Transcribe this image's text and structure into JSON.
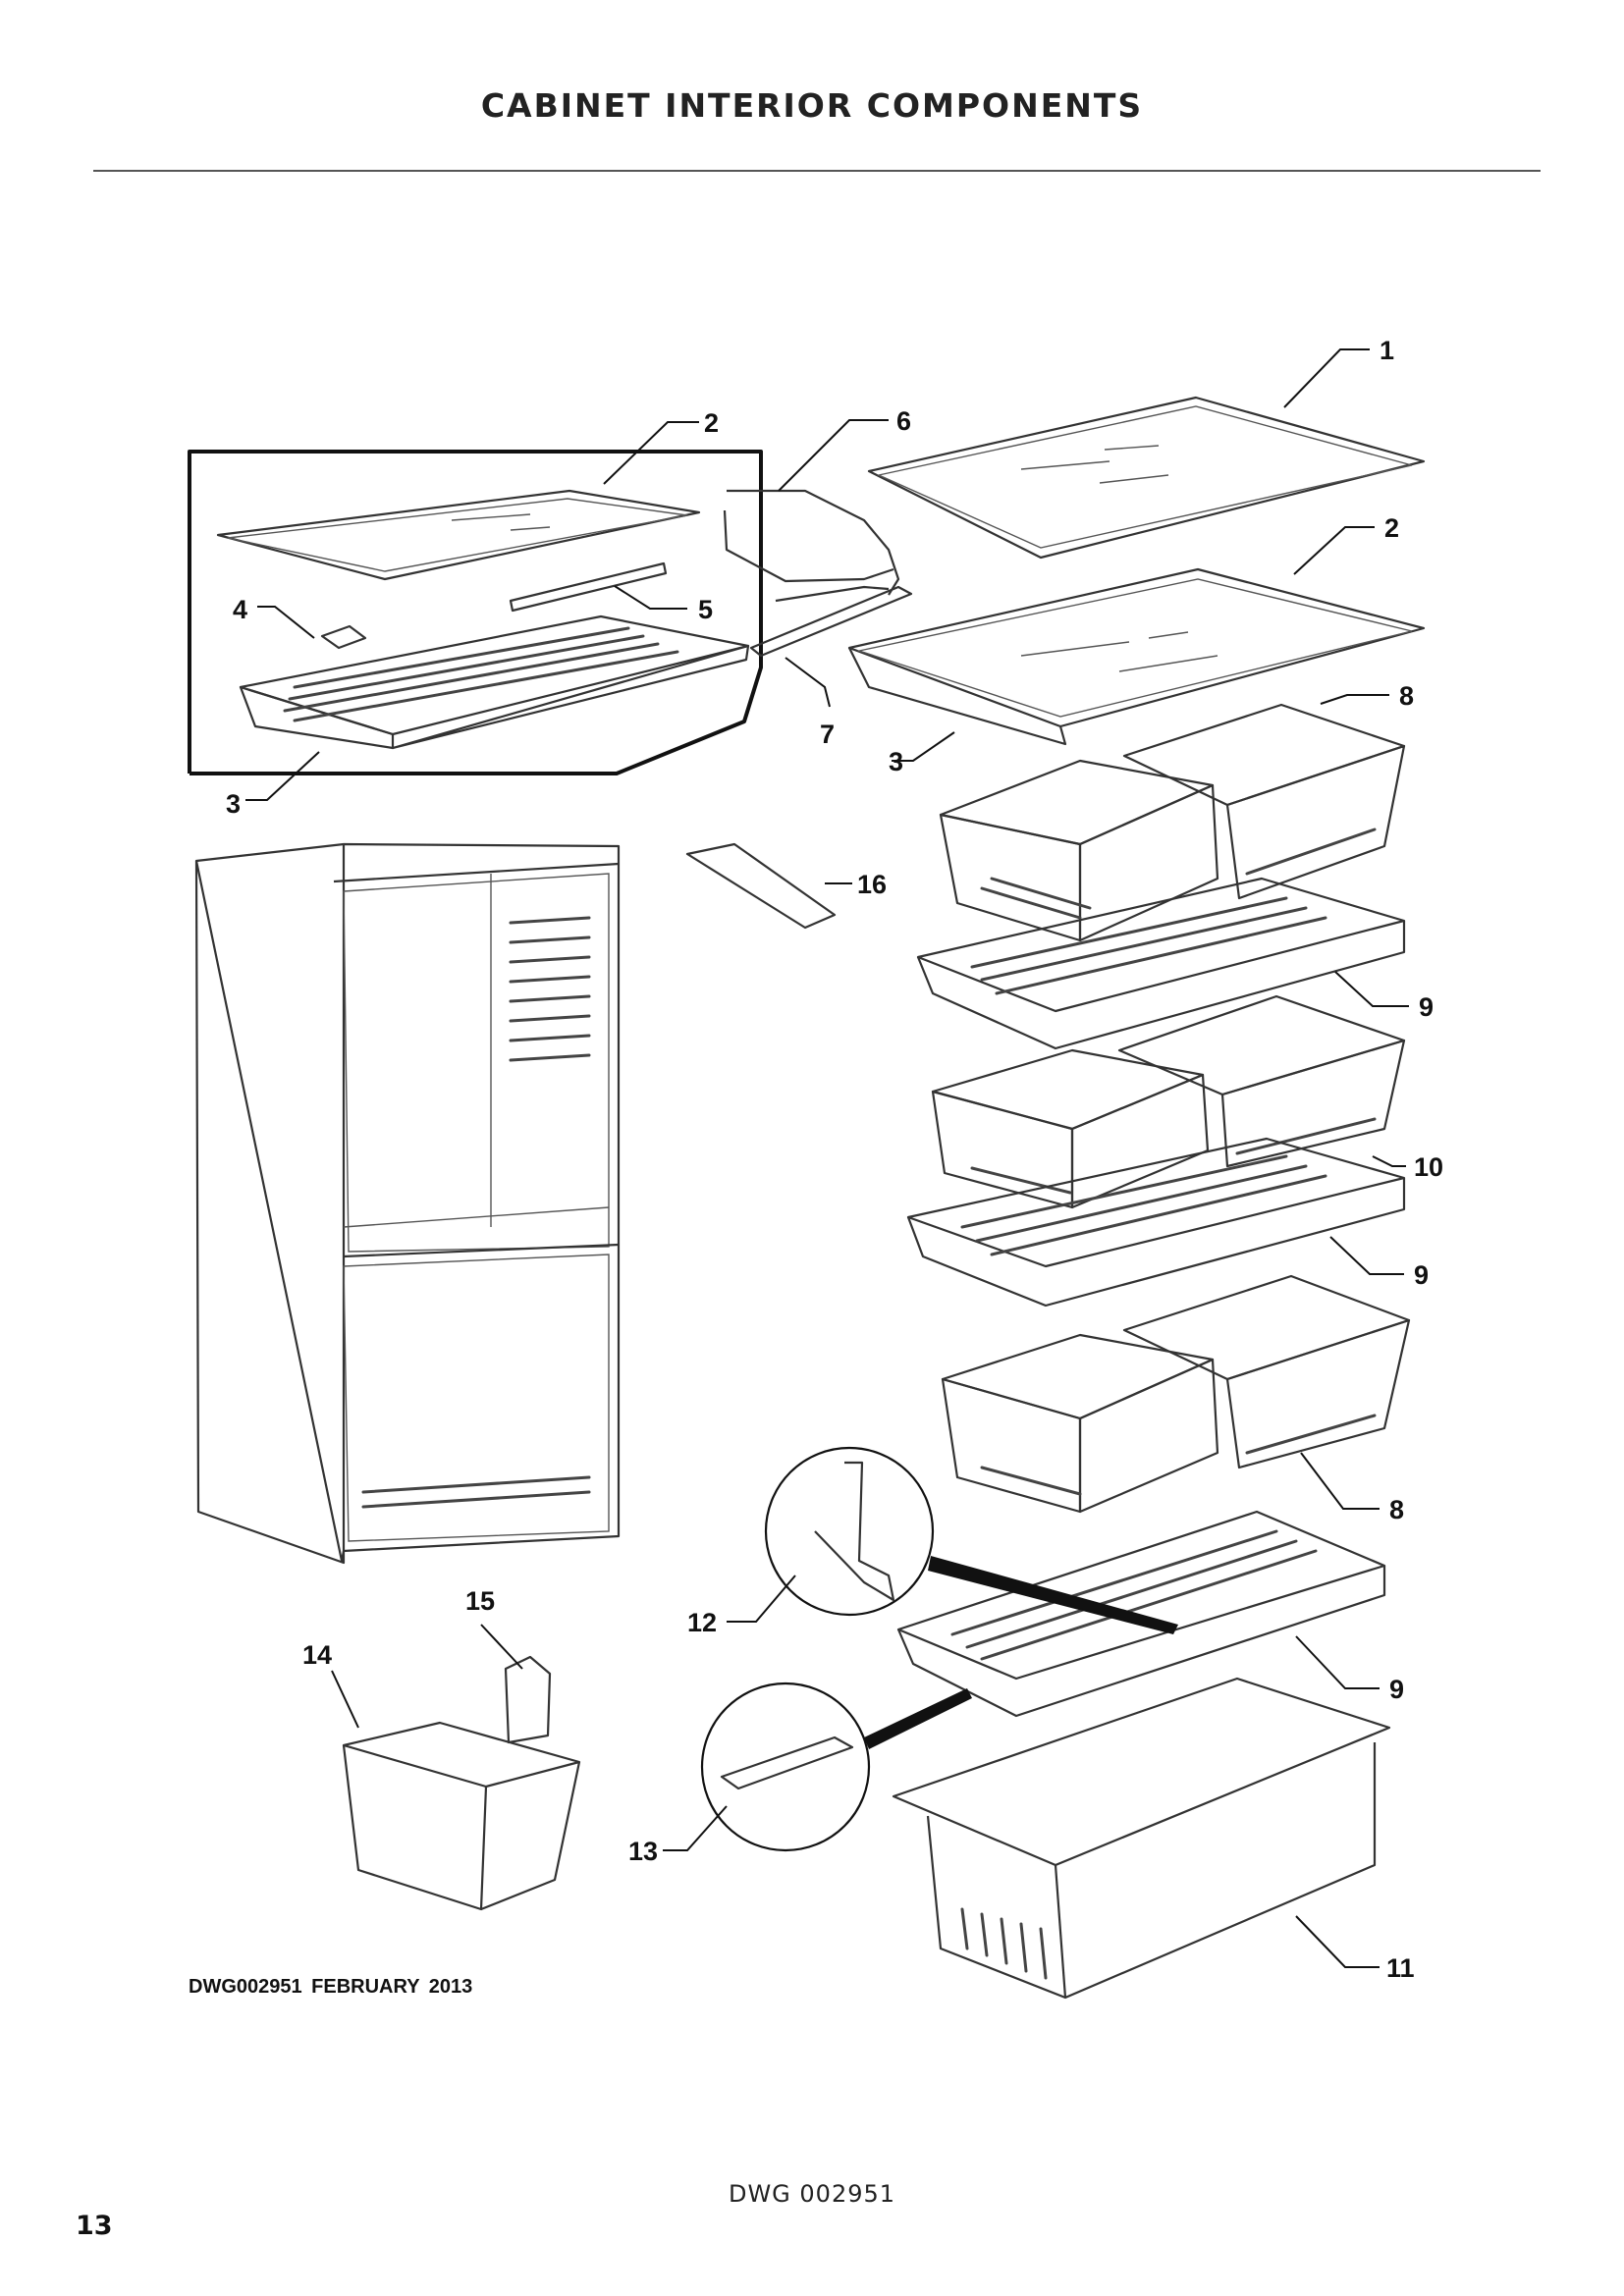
{
  "page": {
    "title": "CABINET INTERIOR COMPONENTS",
    "drawing_info": "DWG002951   FEBRUARY 2013",
    "footer_reference": "DWG 002951",
    "page_number": "13"
  },
  "diagram": {
    "callouts": [
      "1",
      "2",
      "2",
      "3",
      "3",
      "4",
      "5",
      "6",
      "7",
      "8",
      "8",
      "9",
      "9",
      "9",
      "10",
      "11",
      "12",
      "13",
      "14",
      "15",
      "16"
    ]
  }
}
